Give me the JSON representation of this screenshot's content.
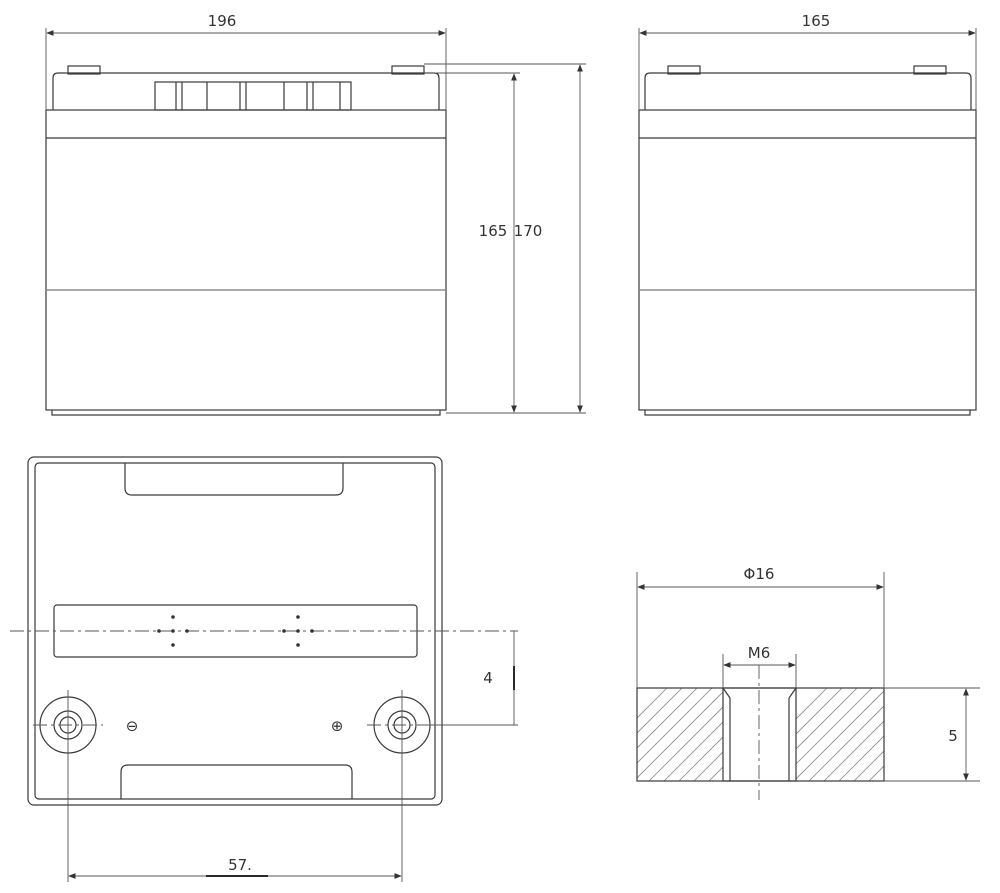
{
  "front_view": {
    "width_label": "196",
    "height_label_inner": "165",
    "height_label_outer": "170"
  },
  "side_view": {
    "width_label": "165"
  },
  "top_view": {
    "offset_label": "4",
    "terminal_spacing_label": "57.",
    "negative_symbol": "⊖",
    "positive_symbol": "⊕"
  },
  "terminal_detail": {
    "diameter_label": "Φ16",
    "thread_label": "M6",
    "height_label": "5"
  },
  "colors": {
    "line": "#3a3a3a",
    "hatch": "#8a8a8a",
    "background": "#ffffff"
  }
}
